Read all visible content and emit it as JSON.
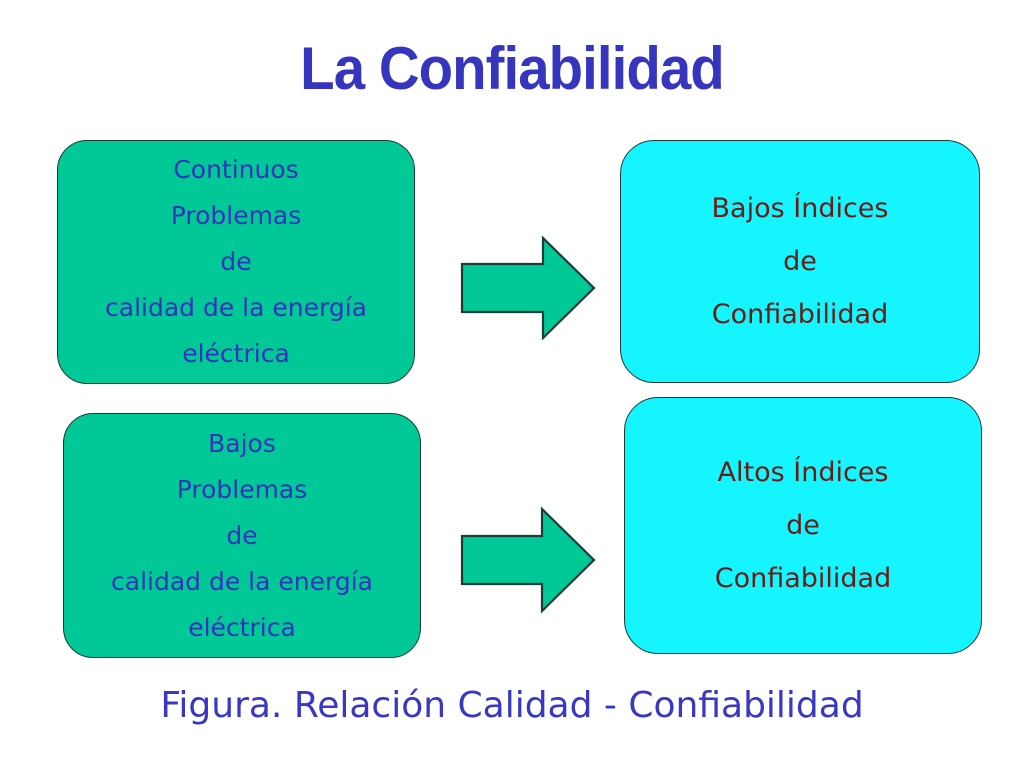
{
  "slide": {
    "title": "La Confiabilidad",
    "caption": "Figura. Relación Calidad - Confiabilidad",
    "background_color": "#FFFFFF",
    "title_color": "#3535BE",
    "caption_color": "#3838C4"
  },
  "palette": {
    "green_fill": "#00C896",
    "cyan_fill": "#14F5FF",
    "green_text": "#3333BB",
    "cyan_text": "#681D18",
    "outline": "#1D3B38"
  },
  "diagram": {
    "cause_boxes": [
      {
        "id": "continuos-problemas",
        "fill": "#00C896",
        "lines": [
          "Continuos",
          "Problemas",
          "de",
          "calidad de la energía",
          "eléctrica"
        ]
      },
      {
        "id": "bajos-problemas",
        "fill": "#00C896",
        "lines": [
          "Bajos",
          "Problemas",
          "de",
          "calidad de la energía",
          "eléctrica"
        ]
      }
    ],
    "effect_boxes": [
      {
        "id": "bajos-indices",
        "fill": "#14F5FF",
        "lines": [
          "Bajos Índices",
          "de",
          "Confiabilidad"
        ]
      },
      {
        "id": "altos-indices",
        "fill": "#14F5FF",
        "lines": [
          "Altos Índices",
          "de",
          "Confiabilidad"
        ]
      }
    ],
    "arrows": [
      {
        "id": "arrow-top",
        "icon": "right-block-arrow-icon",
        "fill": "#00C896",
        "direction": "right"
      },
      {
        "id": "arrow-bottom",
        "icon": "right-block-arrow-icon",
        "fill": "#00C896",
        "direction": "right"
      }
    ]
  }
}
